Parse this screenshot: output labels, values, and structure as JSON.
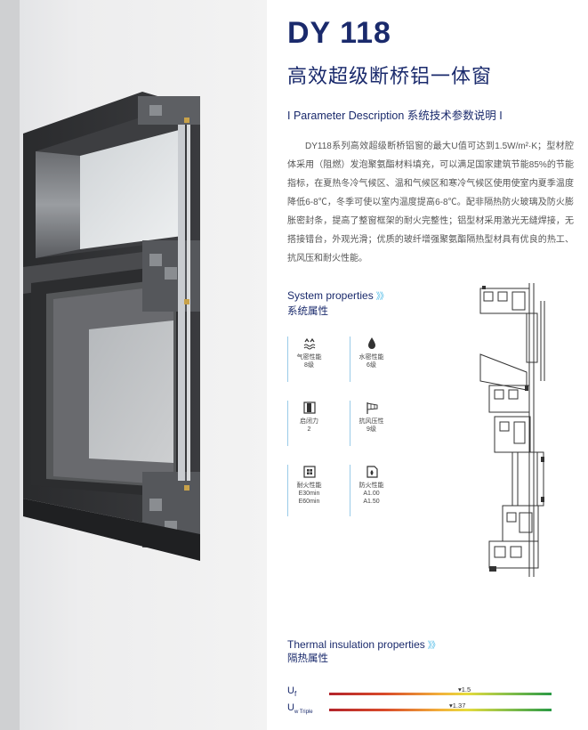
{
  "header": {
    "model": "DY 118",
    "subtitle": "高效超级断桥铝一体窗",
    "param_heading": "I  Parameter Description  系统技术参数说明  I"
  },
  "description": "DY118系列高效超级断桥铝窗的最大U值可达到1.5W/m²·K；型材腔体采用（阻燃）发泡聚氨酯材料填充，可以满足国家建筑节能85%的节能指标，在夏热冬冷气候区、温和气候区和寒冷气候区使用使室内夏季温度降低6-8℃，冬季可使以室内温度提高6-8℃。配非隔热防火玻璃及防火膨胀密封条，提高了整窗框架的耐火完整性；铝型材采用激光无缝焊接，无搭接错台，外观光滑；优质的玻纤增强聚氨酯隔热型材具有优良的热工、抗风压和耐火性能。",
  "system_properties": {
    "title_en": "System properties",
    "title_zh": "系统属性",
    "chevrons": "》》",
    "items": [
      {
        "icon": "air-tightness-icon",
        "lines": [
          "气密性能",
          "8级"
        ]
      },
      {
        "icon": "water-tightness-icon",
        "lines": [
          "水密性能",
          "6级"
        ]
      },
      {
        "icon": "opening-force-icon",
        "lines": [
          "启闭力",
          "2"
        ]
      },
      {
        "icon": "wind-pressure-icon",
        "lines": [
          "抗风压性",
          "9级"
        ]
      },
      {
        "icon": "fire-resistance-icon",
        "lines": [
          "耐火性能",
          "E30min",
          "E60min"
        ]
      },
      {
        "icon": "fire-protection-icon",
        "lines": [
          "防火性能",
          "A1.00",
          "A1.50"
        ]
      }
    ]
  },
  "thermal": {
    "title_en": "Thermal insulation properties",
    "title_zh": "隔热属性",
    "chevrons": "》》",
    "rows": [
      {
        "label_main": "U",
        "label_sub": "f",
        "value_text": "▾1.5",
        "value_fraction": 0.58
      },
      {
        "label_main": "U",
        "label_sub": "w Triple",
        "value_text": "▾1.37",
        "value_fraction": 0.54
      }
    ]
  },
  "colors": {
    "brand": "#1a2a6c",
    "accent": "#45b7e6",
    "frame": "#2e2f31"
  }
}
